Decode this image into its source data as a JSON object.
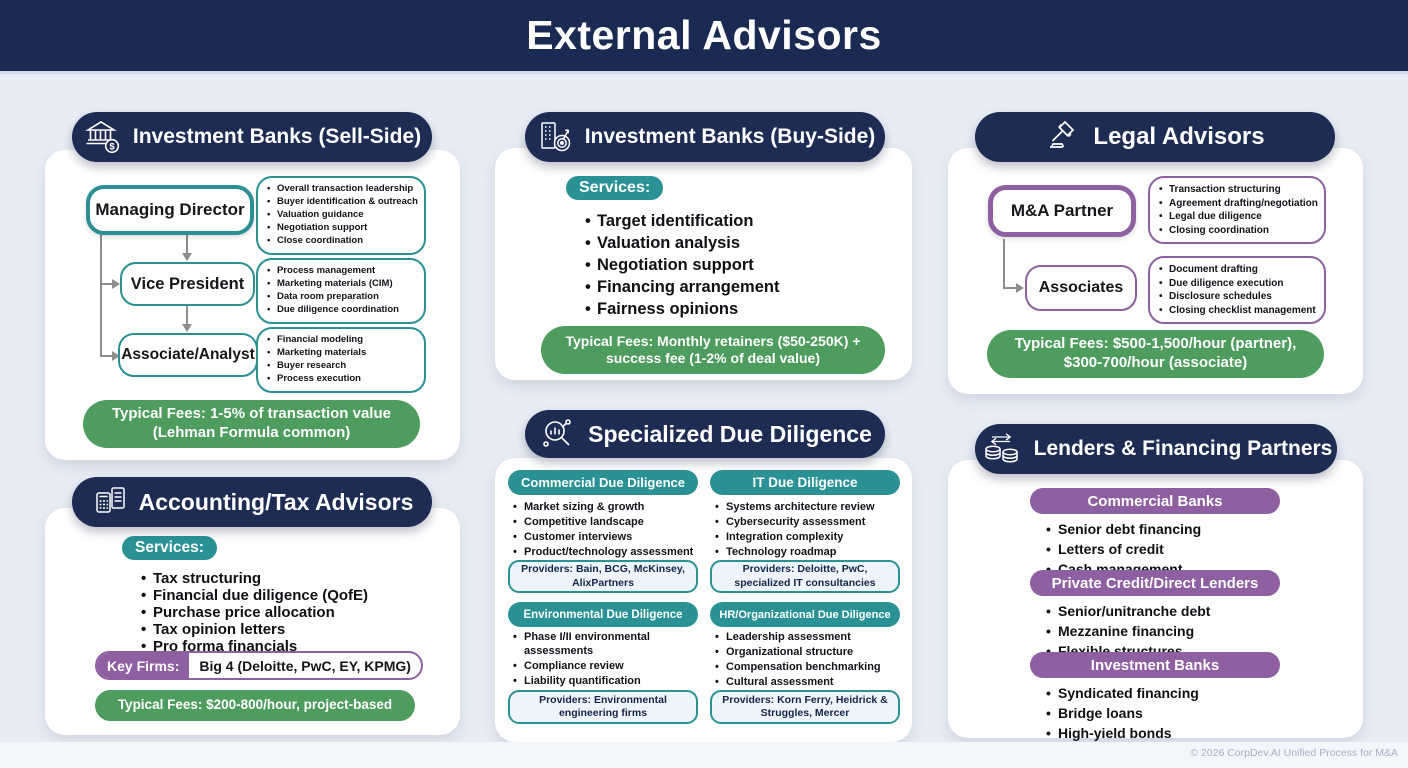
{
  "page": {
    "title": "External Advisors",
    "footer": "© 2026 CorpDev.AI Unified Process for M&A"
  },
  "colors": {
    "header_navy": "#1b2a52",
    "card_navy": "#1e2c54",
    "teal": "#2a9295",
    "green": "#4e9c5e",
    "purple": "#8e5fa1",
    "background": "#e8edf5"
  },
  "cards": {
    "sell_side": {
      "title": "Investment Banks (Sell-Side)",
      "icon": "bank-dollar-icon",
      "roles": [
        {
          "name": "Managing Director",
          "bullets": [
            "Overall transaction leadership",
            "Buyer identification & outreach",
            "Valuation guidance",
            "Negotiation support",
            "Close coordination"
          ]
        },
        {
          "name": "Vice President",
          "bullets": [
            "Process management",
            "Marketing materials (CIM)",
            "Data room preparation",
            "Due diligence coordination"
          ]
        },
        {
          "name": "Associate/Analyst",
          "bullets": [
            "Financial modeling",
            "Marketing materials",
            "Buyer research",
            "Process execution"
          ]
        }
      ],
      "fees": "Typical Fees: 1-5% of transaction value (Lehman Formula common)"
    },
    "accounting": {
      "title": "Accounting/Tax Advisors",
      "icon": "calculator-document-icon",
      "services_label": "Services:",
      "services": [
        "Tax structuring",
        "Financial due diligence (QofE)",
        "Purchase price allocation",
        "Tax opinion letters",
        "Pro forma financials"
      ],
      "key_firms_label": "Key Firms:",
      "key_firms_value": "Big 4 (Deloitte, PwC, EY, KPMG)",
      "fees": "Typical Fees: $200-800/hour, project-based"
    },
    "buy_side": {
      "title": "Investment Banks (Buy-Side)",
      "icon": "building-target-icon",
      "services_label": "Services:",
      "services": [
        "Target identification",
        "Valuation analysis",
        "Negotiation support",
        "Financing arrangement",
        "Fairness opinions"
      ],
      "fees": "Typical Fees: Monthly retainers ($50-250K) + success fee (1-2% of deal value)"
    },
    "specialized": {
      "title": "Specialized Due Diligence",
      "icon": "magnifier-chart-icon",
      "sections": [
        {
          "label": "Commercial Due Diligence",
          "bullets": [
            "Market sizing & growth",
            "Competitive landscape",
            "Customer interviews",
            "Product/technology assessment"
          ],
          "providers": "Providers: Bain, BCG, McKinsey, AlixPartners"
        },
        {
          "label": "IT Due Diligence",
          "bullets": [
            "Systems architecture review",
            "Cybersecurity assessment",
            "Integration complexity",
            "Technology roadmap"
          ],
          "providers": "Providers: Deloitte, PwC, specialized IT consultancies"
        },
        {
          "label": "Environmental Due Diligence",
          "bullets": [
            "Phase I/II environmental assessments",
            "Compliance review",
            "Liability quantification"
          ],
          "providers": "Providers: Environmental engineering firms"
        },
        {
          "label": "HR/Organizational Due Diligence",
          "bullets": [
            "Leadership assessment",
            "Organizational structure",
            "Compensation benchmarking",
            "Cultural assessment"
          ],
          "providers": "Providers: Korn Ferry, Heidrick & Struggles, Mercer"
        }
      ]
    },
    "legal": {
      "title": "Legal Advisors",
      "icon": "gavel-icon",
      "roles": [
        {
          "name": "M&A Partner",
          "bullets": [
            "Transaction structuring",
            "Agreement drafting/negotiation",
            "Legal due diligence",
            "Closing coordination"
          ]
        },
        {
          "name": "Associates",
          "bullets": [
            "Document drafting",
            "Due diligence execution",
            "Disclosure schedules",
            "Closing checklist management"
          ]
        }
      ],
      "fees": "Typical Fees: $500-1,500/hour (partner), $300-700/hour (associate)"
    },
    "lenders": {
      "title": "Lenders & Financing Partners",
      "icon": "coins-exchange-icon",
      "groups": [
        {
          "label": "Commercial Banks",
          "bullets": [
            "Senior debt financing",
            "Letters of credit",
            "Cash management"
          ]
        },
        {
          "label": "Private Credit/Direct Lenders",
          "bullets": [
            "Senior/unitranche debt",
            "Mezzanine financing",
            "Flexible structures"
          ]
        },
        {
          "label": "Investment Banks",
          "bullets": [
            "Syndicated financing",
            "Bridge loans",
            "High-yield bonds"
          ]
        }
      ]
    }
  }
}
